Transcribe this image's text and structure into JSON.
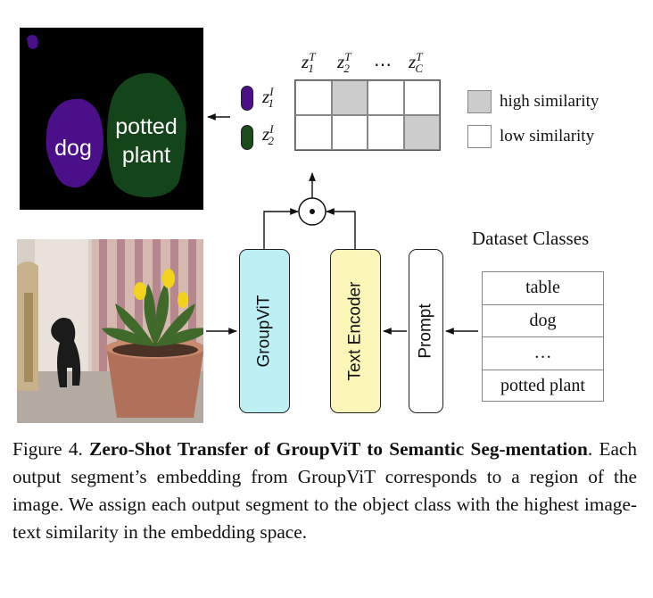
{
  "segmentation": {
    "labels": {
      "dog": "dog",
      "potted_plant_line1": "potted",
      "potted_plant_line2": "plant"
    }
  },
  "matrix": {
    "text_embeddings": [
      {
        "sym": "z",
        "sup": "T",
        "sub": "1"
      },
      {
        "sym": "z",
        "sup": "T",
        "sub": "2"
      },
      {
        "sym": "⋯",
        "sup": "",
        "sub": ""
      },
      {
        "sym": "z",
        "sup": "T",
        "sub": "C"
      }
    ],
    "image_embeddings": [
      {
        "sym": "z",
        "sup": "I",
        "sub": "1",
        "color": "#4b0f8a"
      },
      {
        "sym": "z",
        "sup": "I",
        "sub": "2",
        "color": "#1a4d1a"
      }
    ],
    "similarity": [
      [
        "low",
        "high",
        "low",
        "low"
      ],
      [
        "low",
        "low",
        "low",
        "high"
      ]
    ],
    "colors": {
      "high": "#cccccc",
      "low": "#ffffff"
    }
  },
  "legend": {
    "high": "high similarity",
    "low": "low similarity"
  },
  "dot_product_symbol": "⊙",
  "blocks": {
    "groupvit": "GroupViT",
    "text_encoder": "Text Encoder",
    "prompt": "Prompt"
  },
  "block_colors": {
    "groupvit": "#bdf0f5",
    "text_encoder": "#fdf6b9",
    "prompt": "#ffffff"
  },
  "dataset": {
    "title": "Dataset Classes",
    "classes": [
      "table",
      "dog",
      "…",
      "potted plant"
    ]
  },
  "caption": {
    "prefix": "Figure 4.",
    "bold": "Zero-Shot Transfer of GroupViT to Semantic Seg-mentation",
    "body": ". Each output segment’s embedding from GroupViT corresponds to a region of the image. We assign each output segment to the object class with the highest image-text similarity in the embedding space."
  }
}
